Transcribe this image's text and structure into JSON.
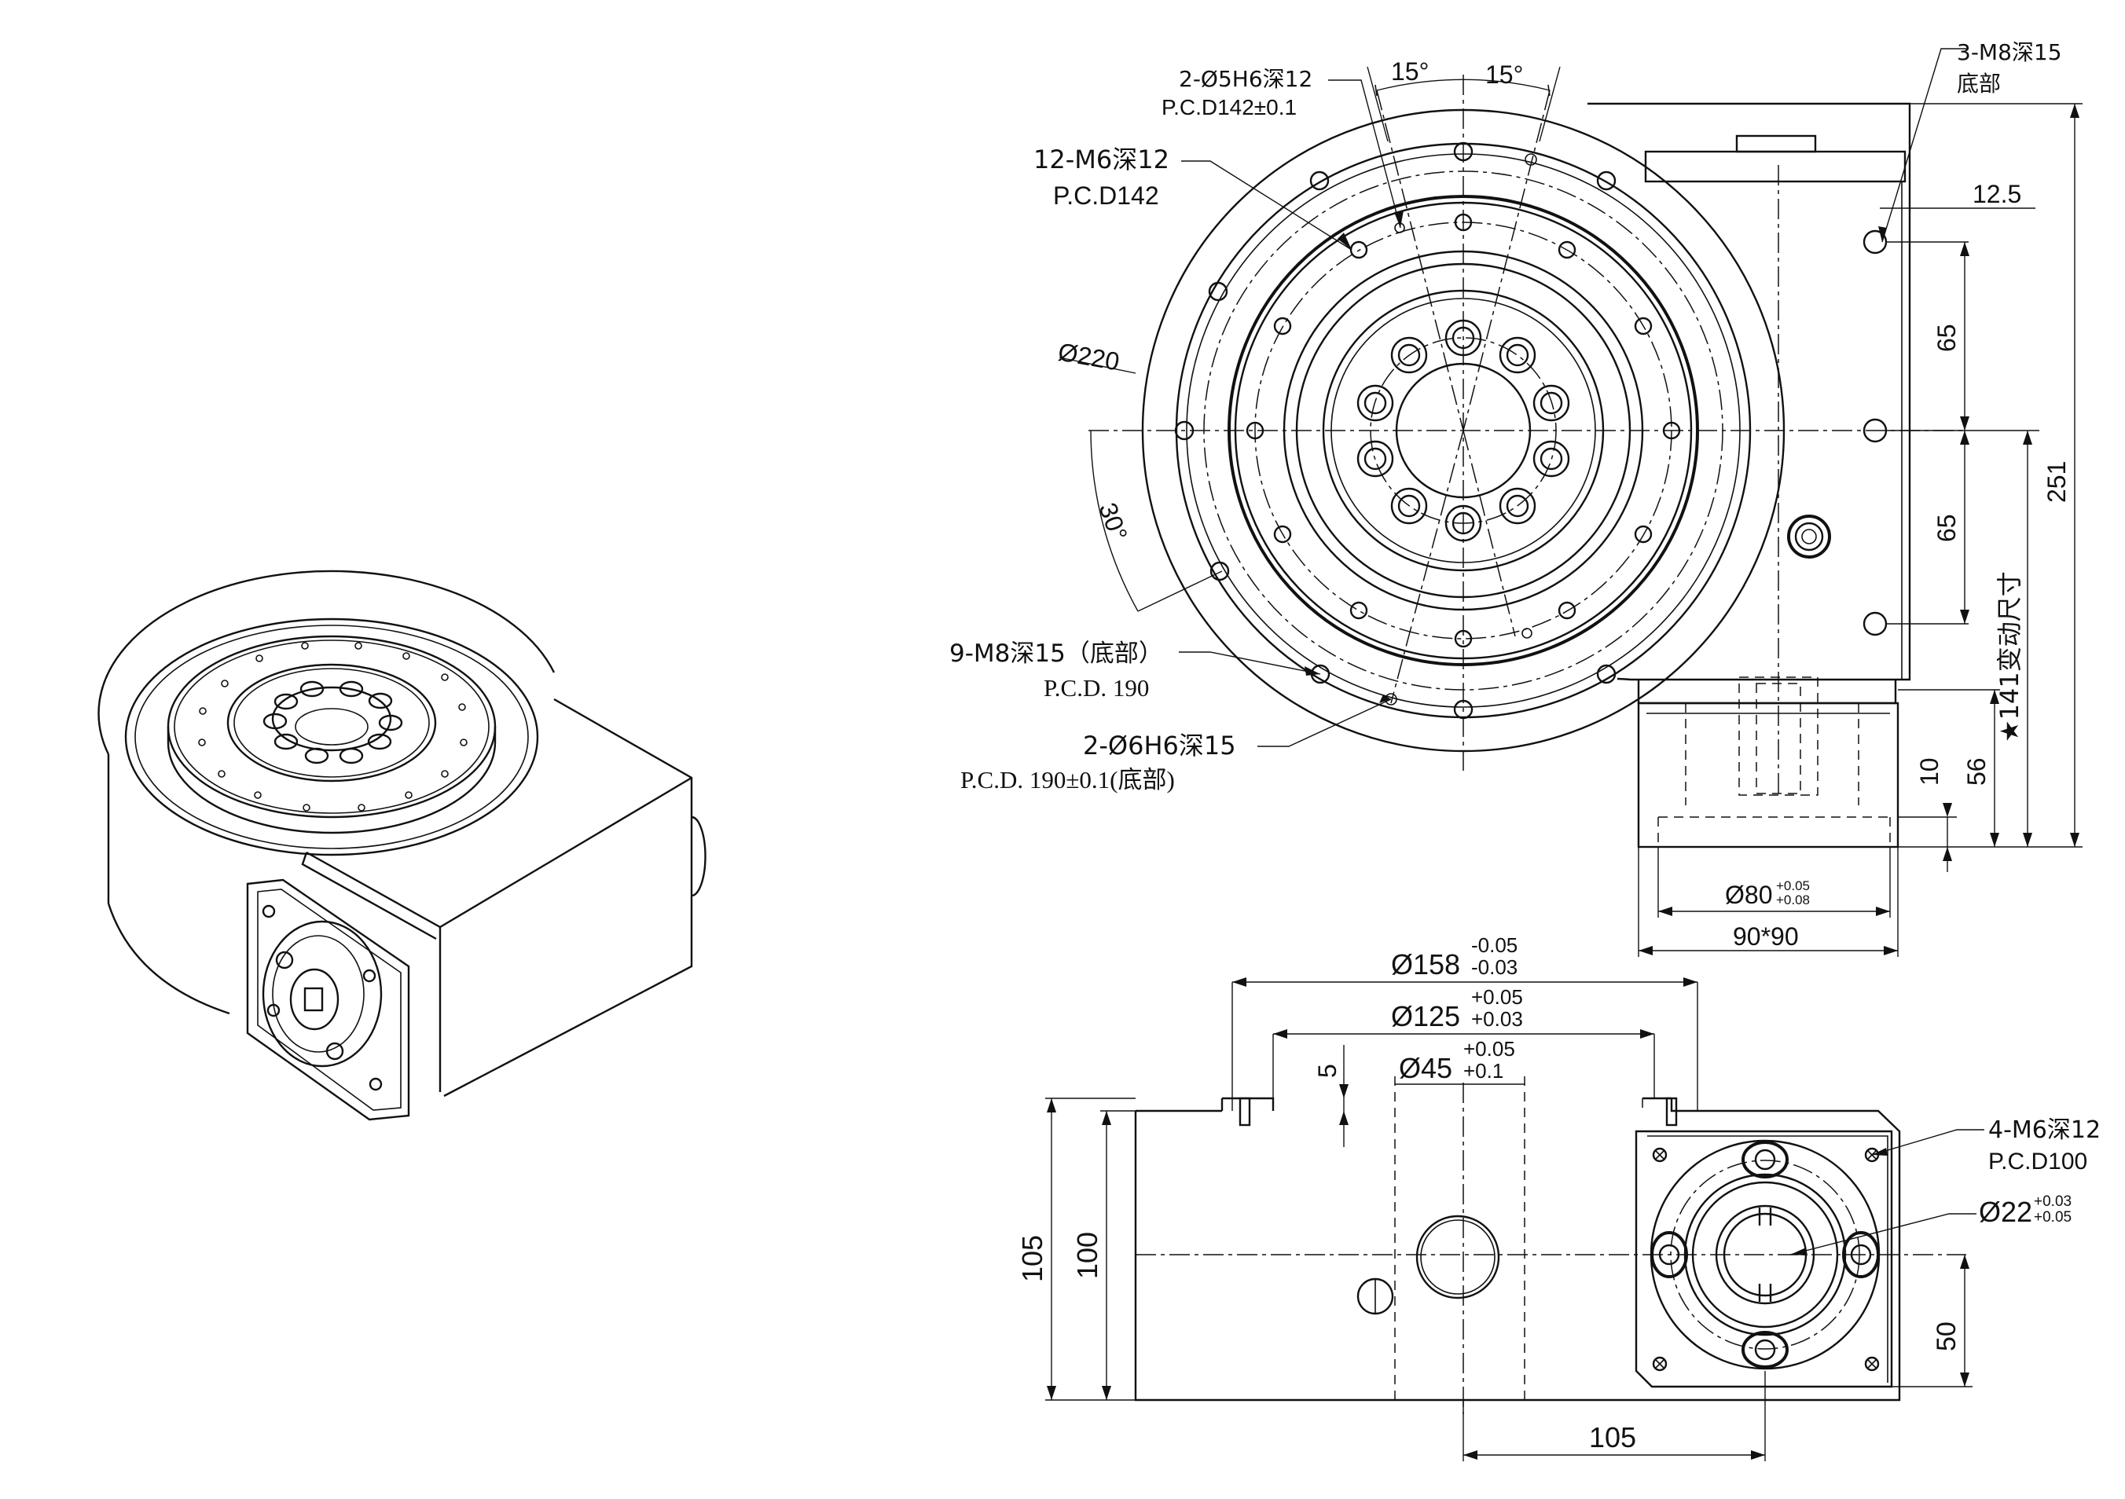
{
  "drawing": {
    "line_color": "#111111",
    "background": "#ffffff"
  },
  "top_view": {
    "angle_left": "15°",
    "angle_right": "15°",
    "angle_bottom": "30°",
    "hole_5h6": {
      "line1": "2-Ø5H6深12",
      "line2": "P.C.D142±0.1"
    },
    "hole_m6": {
      "line1": "12-M6深12",
      "line2": "P.C.D142"
    },
    "dia_220": "Ø220",
    "hole_m8_bottom": {
      "line1": "9-M8深15（底部）",
      "line2": "P.C.D. 190"
    },
    "hole_6h6": {
      "line1": "2-Ø6H6深15",
      "line2": "P.C.D. 190±0.1(底部)"
    },
    "hole_m8_top": {
      "line1": "3-M8深15",
      "line2": "底部"
    },
    "dim_12_5": "12.5",
    "dim_65_upper": "65",
    "dim_65_lower": "65",
    "dim_251": "251",
    "dim_141": "★141变动尺寸",
    "dim_10": "10",
    "dim_56": "56",
    "dim_80": {
      "base": "Ø80",
      "upper": "+0.05",
      "lower": "+0.08"
    },
    "dim_90x90": "90*90"
  },
  "front_view": {
    "dim_158": {
      "base": "Ø158",
      "upper": "-0.05",
      "lower": "-0.03"
    },
    "dim_125": {
      "base": "Ø125",
      "upper": "+0.05",
      "lower": "+0.03"
    },
    "dim_45": {
      "base": "Ø45",
      "upper": "+0.05",
      "lower": "+0.1"
    },
    "dim_5": "5",
    "dim_105_height": "105",
    "dim_100": "100",
    "dim_105_width": "105",
    "dim_50": "50",
    "hole_m6_flange": {
      "line1": "4-M6深12",
      "line2": "P.C.D100"
    },
    "dim_22": {
      "base": "Ø22",
      "upper": "+0.03",
      "lower": "+0.05"
    }
  }
}
